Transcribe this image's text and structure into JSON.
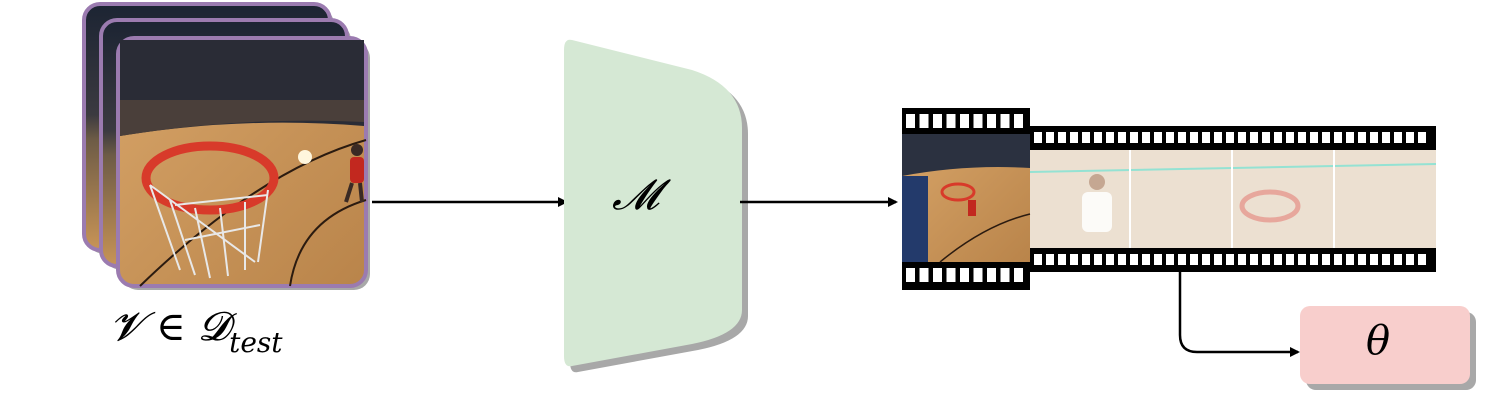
{
  "diagram": {
    "input_label": {
      "V": "𝓥",
      "in": " ∈ ",
      "D": "𝓓",
      "sub": "test"
    },
    "model_label": "𝓜",
    "param_label": "θ"
  },
  "colors": {
    "frame_border": "#9b7bb0",
    "court": "#c89456",
    "model_fill": "#d5e8d4",
    "param_fill": "#f8cecc",
    "shadow": "#a8a8a8",
    "film": "#000000"
  }
}
